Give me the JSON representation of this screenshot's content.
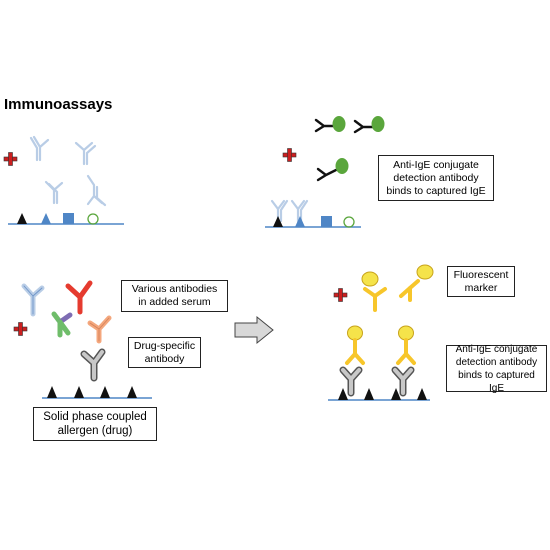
{
  "title": "Immunoassays",
  "labels": {
    "anti_ige_top": "Anti-IgE conjugate\ndetection antibody\nbinds to captured IgE",
    "various_antibodies": "Various antibodies\nin added serum",
    "drug_specific": "Drug-specific\nantibody",
    "solid_phase": "Solid phase coupled\nallergen (drug)",
    "fluorescent_marker": "Fluorescent\nmarker",
    "anti_ige_bottom": "Anti-IgE conjugate\ndetection antibody\nbinds to captured IgE"
  },
  "colors": {
    "plus_red": "#cc1f1f",
    "surface_blue": "#4f86c6",
    "pale_blue": "#b9cde6",
    "green_marker": "#5aa63c",
    "red_antibody": "#e53b2f",
    "green_antibody": "#6fbd6a",
    "purple_antibody": "#7e6cb3",
    "orange_antibody": "#f4a77d",
    "grey_antibody": "#8a8a8a",
    "yellow": "#f7c62b",
    "black": "#111111"
  }
}
